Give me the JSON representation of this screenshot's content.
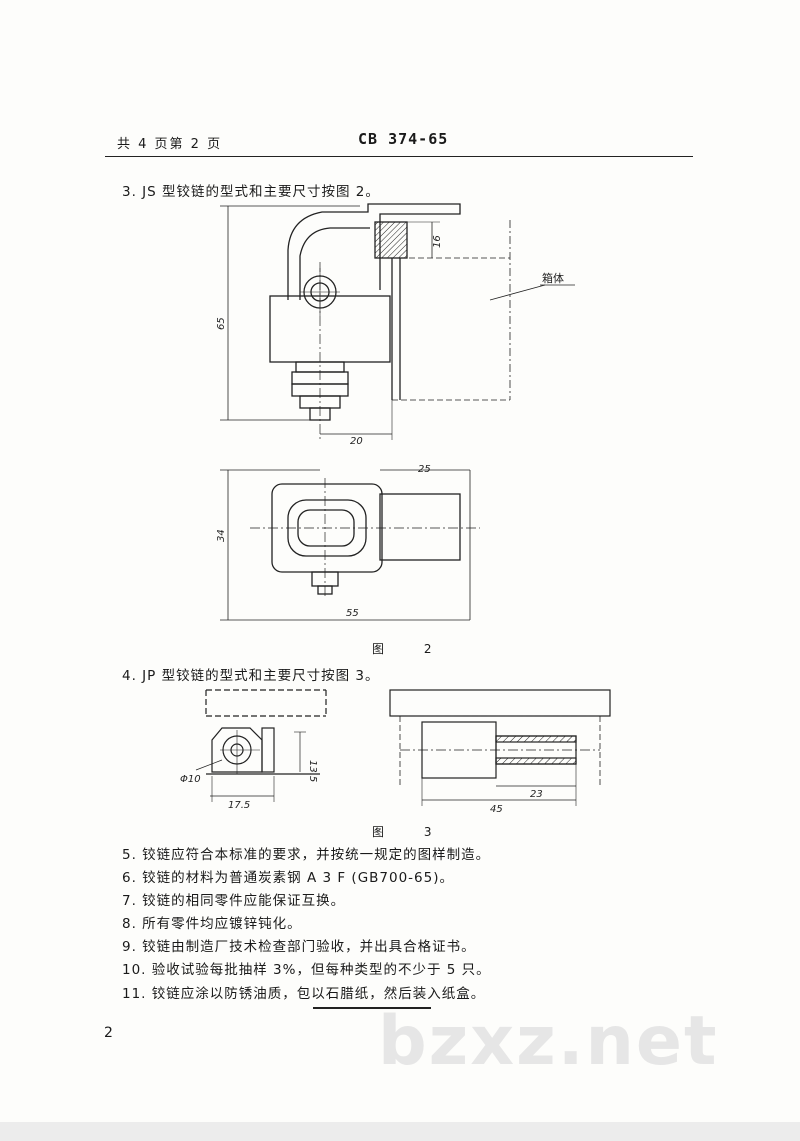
{
  "header": {
    "pages": "共 4 页第 2 页",
    "standard": "CB 374-65"
  },
  "clauses": {
    "c3": "3. JS 型铰链的型式和主要尺寸按图 2。",
    "c4": "4. JP 型铰链的型式和主要尺寸按图 3。",
    "c5": "5. 铰链应符合本标准的要求，并按统一规定的图样制造。",
    "c6": "6. 铰链的材料为普通炭素钢 A 3 F (GB700-65)。",
    "c7": "7. 铰链的相同零件应能保证互换。",
    "c8": "8. 所有零件均应镀锌钝化。",
    "c9": "9. 铰链由制造厂技术检查部门验收，并出具合格证书。",
    "c10": "10. 验收试验每批抽样 3%，但每种类型的不少于 5 只。",
    "c11": "11. 铰链应涂以防锈油质，包以石腊纸，然后装入纸盒。"
  },
  "figure2": {
    "caption": "图 2",
    "label_box": "箱体",
    "dim_16": "16",
    "dim_65": "65",
    "dim_20": "20",
    "dim_25": "25",
    "dim_34": "34",
    "dim_55": "55"
  },
  "figure3": {
    "caption": "图 3",
    "dim_phi10": "Φ10",
    "dim_13_5": "13.5",
    "dim_17_5": "17.5",
    "dim_23": "23",
    "dim_45": "45"
  },
  "footer": {
    "page_number": "2",
    "watermark": "bzxz.net"
  }
}
